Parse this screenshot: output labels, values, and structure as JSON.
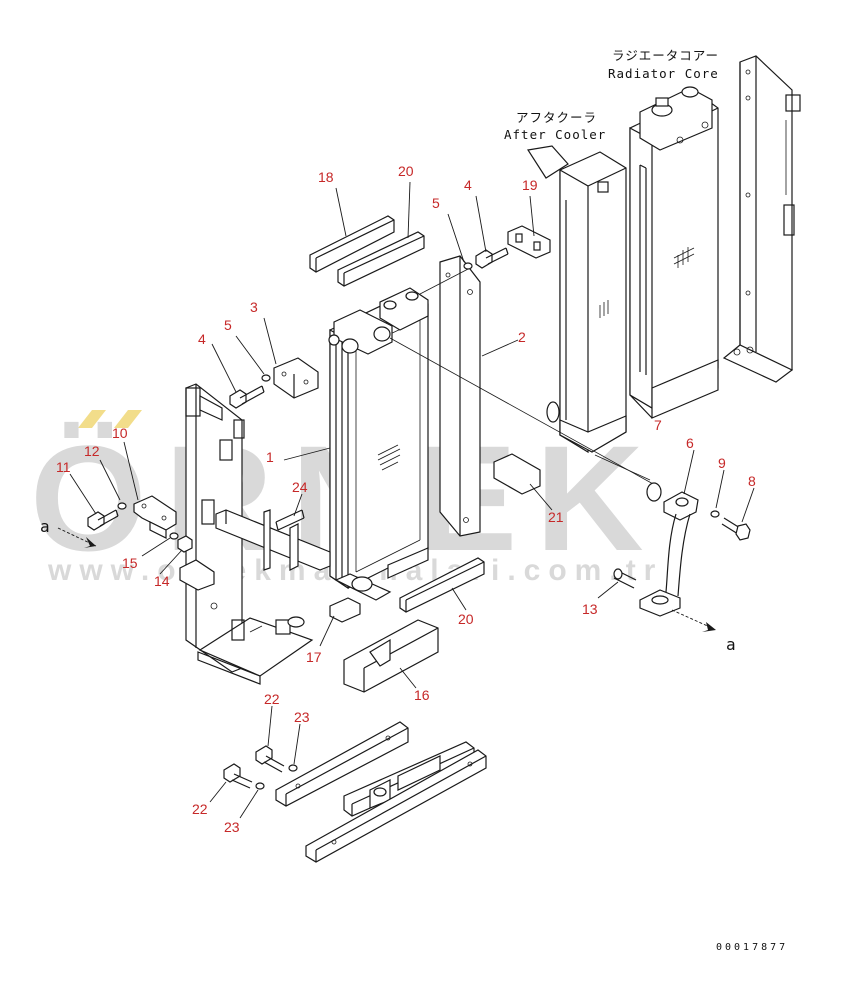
{
  "watermark": {
    "brand": "ÖRNEK",
    "url": "www.ornekmakinalari.com.tr",
    "accent_color": "#f2dd8a",
    "text_color": "#d9d9d9"
  },
  "labels": {
    "radiator_core_jp": "ラジエータコアー",
    "radiator_core_en": "Radiator Core",
    "after_cooler_jp": "アフタクーラ",
    "after_cooler_en": "After Cooler",
    "flow_mark_left": "a",
    "flow_mark_right": "a",
    "drawing_number": "00017877"
  },
  "callouts": [
    "18",
    "20",
    "5",
    "4",
    "19",
    "3",
    "5",
    "4",
    "2",
    "10",
    "12",
    "11",
    "1",
    "24",
    "7",
    "6",
    "9",
    "8",
    "15",
    "14",
    "21",
    "13",
    "17",
    "20",
    "16",
    "22",
    "23",
    "22",
    "23"
  ],
  "colors": {
    "callout": "#c62828",
    "line": "#1a1a1a"
  }
}
